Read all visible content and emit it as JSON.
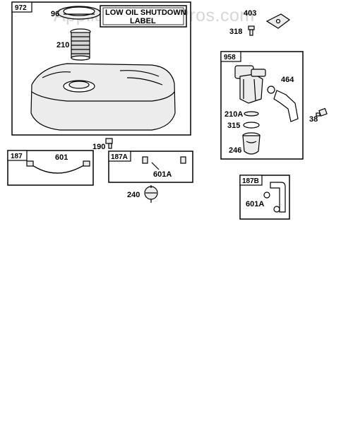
{
  "watermark": "AppliancePartsPros.com",
  "note": {
    "line1": "LOW OIL SHUTDOWN",
    "line2": "LABEL"
  },
  "groups": {
    "g972": "972",
    "g958": "958",
    "g187": "187",
    "g187a": "187A",
    "g187b": "187B"
  },
  "parts": {
    "p96": "96",
    "p210": "210",
    "p403": "403",
    "p318": "318",
    "p464": "464",
    "p210a": "210A",
    "p315": "315",
    "p246": "246",
    "p38": "38",
    "p190": "190",
    "p601": "601",
    "p601a_187a": "601A",
    "p240": "240",
    "p601a_187b": "601A"
  }
}
